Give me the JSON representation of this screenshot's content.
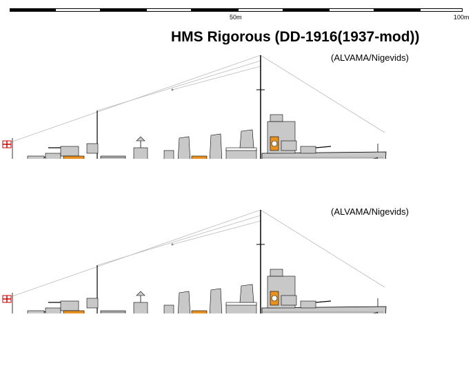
{
  "scale": {
    "label_mid": "50m",
    "label_end": "100m"
  },
  "title": "HMS Rigorous (DD-1916(1937-mod))",
  "drawings": [
    {
      "credit": "(ALVAMA/Nigevids)",
      "variant": "upper"
    },
    {
      "credit": "(ALVAMA/Nigevids)",
      "variant": "lower"
    }
  ],
  "colors": {
    "hull_grey": "#c8c8c8",
    "lower_hull": "#ff2222",
    "boot_top": "#222222",
    "portholes": "#2a3fa0",
    "propeller": "#e8c400",
    "boats": "#e89020"
  }
}
